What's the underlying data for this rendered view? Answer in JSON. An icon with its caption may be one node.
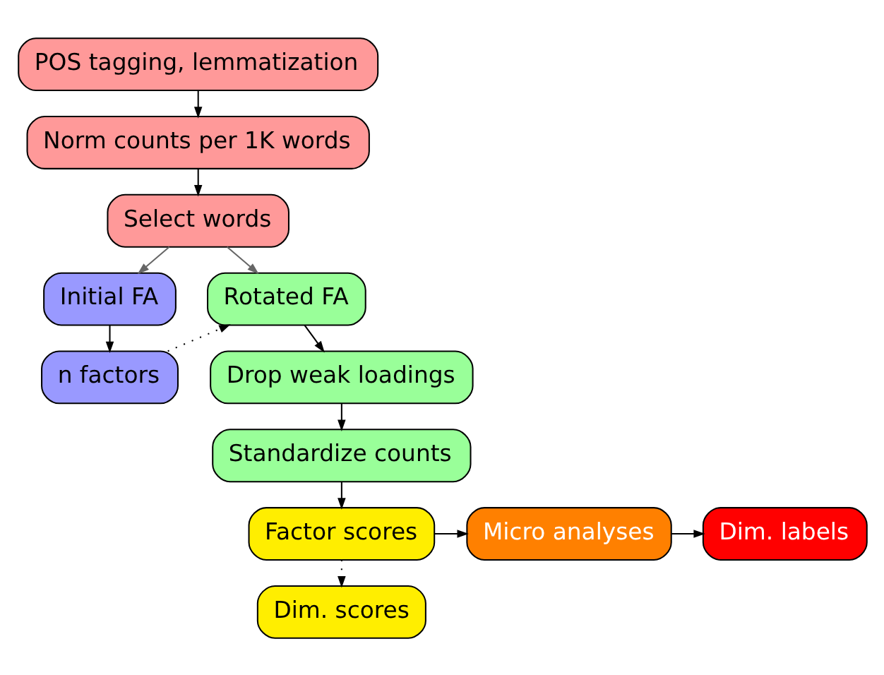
{
  "diagram": {
    "nodes": [
      {
        "text": [
          "POS tagging, lemmatization"
        ]
      },
      {
        "text": [
          "Norm counts per 1K words"
        ]
      },
      {
        "text": [
          "Select words"
        ]
      },
      {
        "text": [
          "Initial FA"
        ]
      },
      {
        "text": [
          "n factors"
        ]
      },
      {
        "text": [
          "Rotated FA"
        ]
      },
      {
        "text": [
          "Drop weak loadings"
        ]
      },
      {
        "text": [
          "Standardize counts"
        ]
      },
      {
        "text": [
          "Factor scores"
        ]
      },
      {
        "text": [
          "Micro analyses"
        ]
      },
      {
        "text": [
          "Dim. labels"
        ]
      },
      {
        "text": [
          "Dim. scores"
        ]
      }
    ],
    "edges": [
      {
        "from": 0,
        "to": 1,
        "arrow": "to"
      },
      {
        "from": 1,
        "to": 2,
        "arrow": "to"
      },
      {
        "from": 2,
        "to": 3,
        "arrow": "to",
        "color": "#666666"
      },
      {
        "from": 2,
        "to": 5,
        "arrow": "to",
        "color": "#666666"
      },
      {
        "from": 3,
        "to": 4,
        "arrow": "to"
      },
      {
        "from": 4,
        "to": 5,
        "arrow": "to",
        "style": "dashed"
      },
      {
        "from": 5,
        "to": 6,
        "arrow": "to"
      },
      {
        "from": 6,
        "to": 7,
        "arrow": "to"
      },
      {
        "from": 7,
        "to": 8,
        "arrow": "to"
      },
      {
        "from": 8,
        "to": 9,
        "arrow": "to"
      },
      {
        "from": 9,
        "to": 10,
        "arrow": "to"
      },
      {
        "from": 8,
        "to": 11,
        "arrow": "to",
        "style": "dashed"
      }
    ]
  }
}
